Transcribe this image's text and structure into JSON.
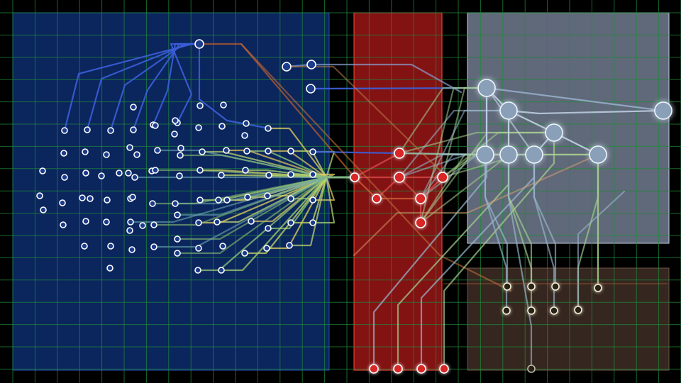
{
  "colors": {
    "background": "#000000",
    "grid": "#1f8a3a",
    "region_blue": "#0a2a66",
    "region_red": "#b01818",
    "region_slate": "#7d8ca6",
    "region_brown": "#3a2a22",
    "node_blue": "#1c3c8c",
    "node_white": "#ffffff",
    "node_red": "#d92626",
    "node_large": "#8aa0b8",
    "node_pale": "#f4f0d8",
    "node_dark": "#2a2018"
  },
  "regions": [
    {
      "name": "blue-region",
      "color": "#0d2a6a"
    },
    {
      "name": "red-region",
      "color": "#b51a1a"
    },
    {
      "name": "slate-region",
      "color": "#8795ad"
    },
    {
      "name": "brown-region",
      "color": "#3b2a22"
    }
  ],
  "legend": []
}
